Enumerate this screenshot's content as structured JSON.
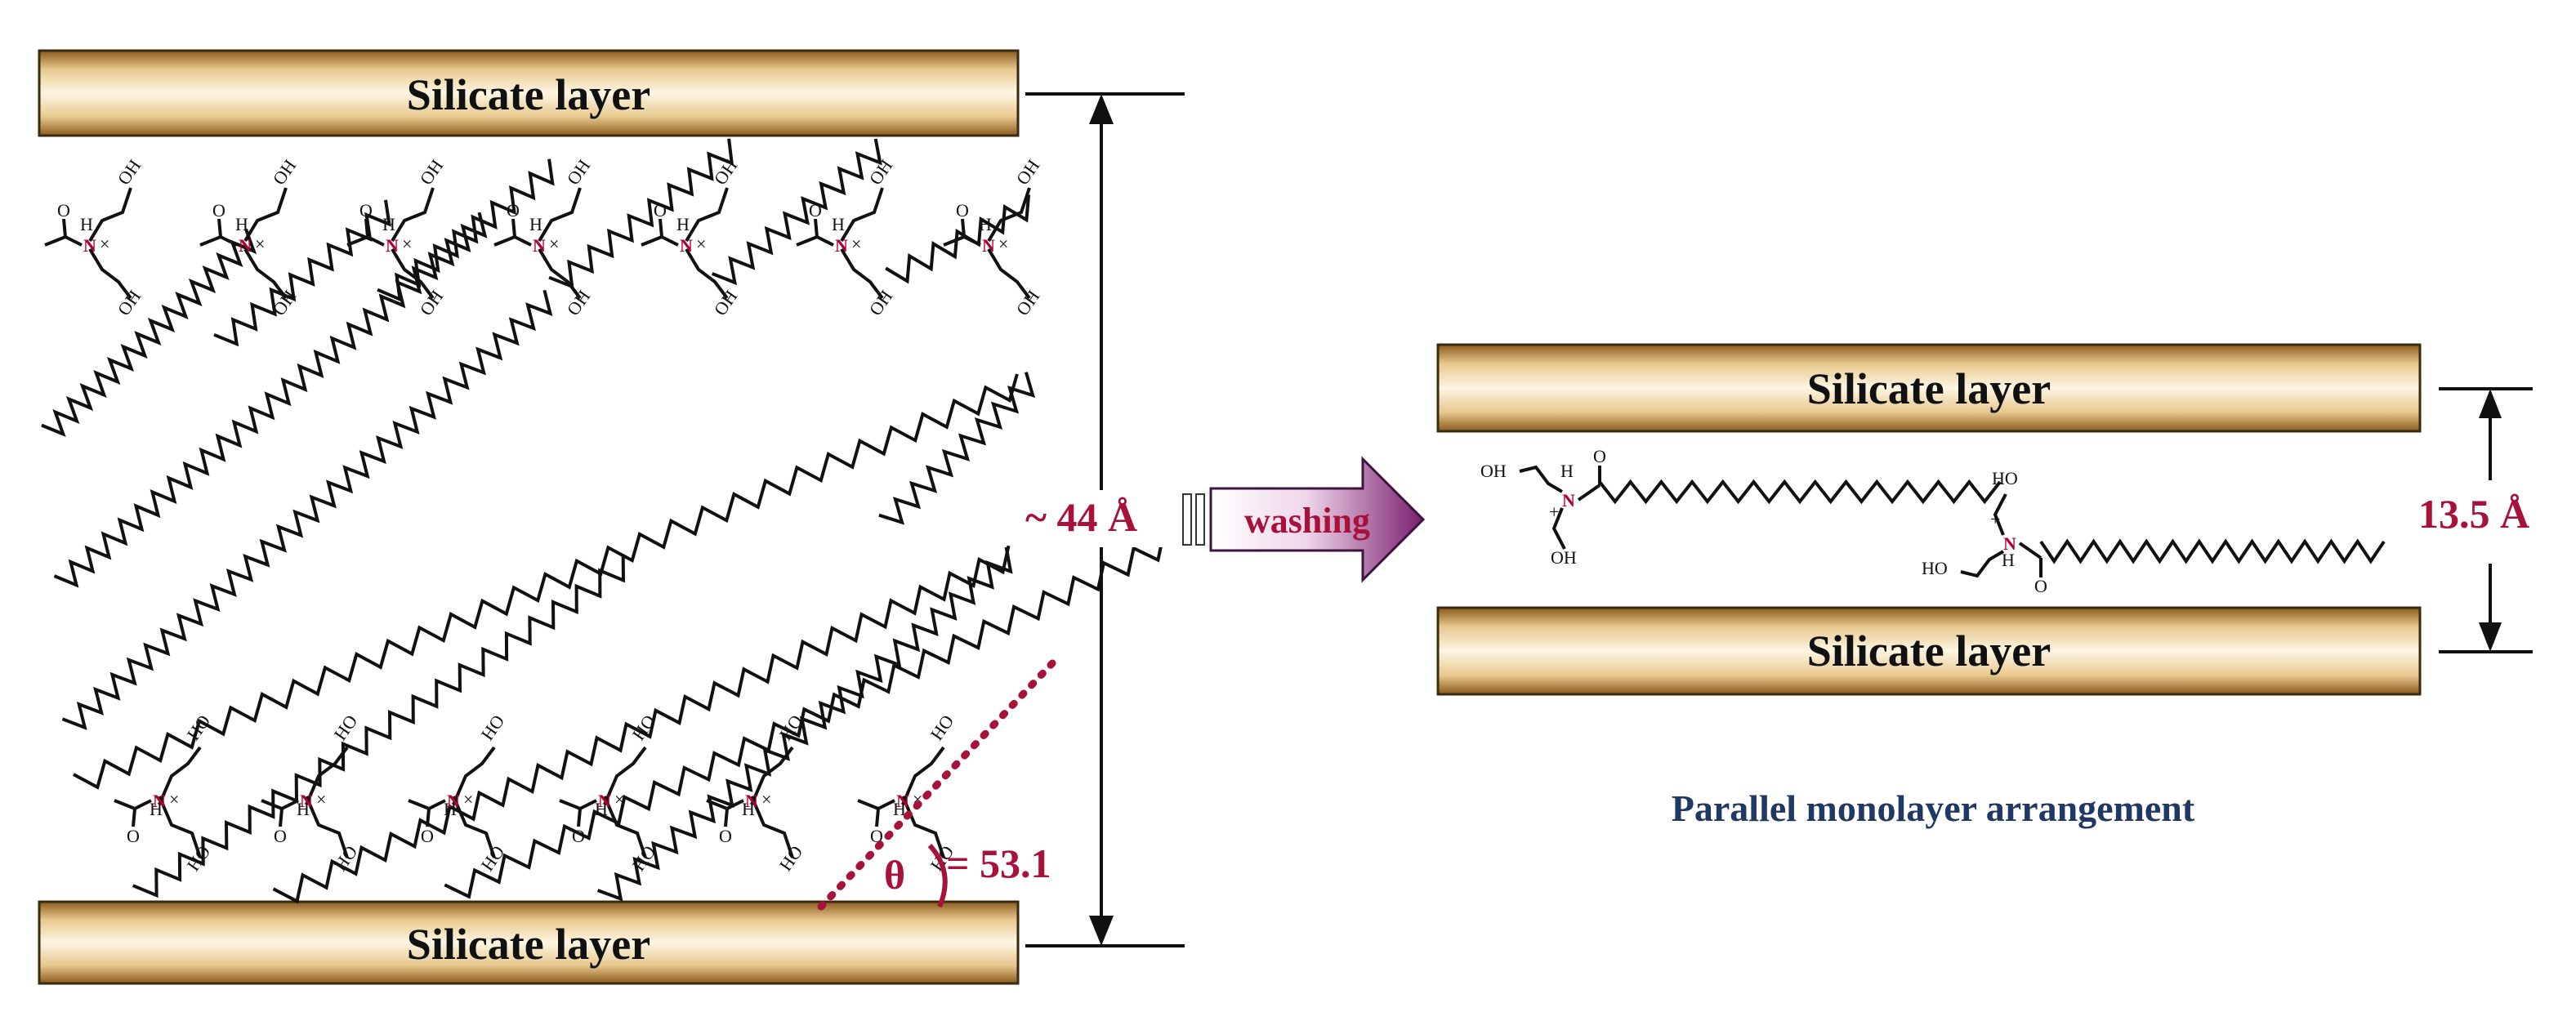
{
  "layer_label": "Silicate layer",
  "before": {
    "spacing_label": "~ 44 Å",
    "angle_symbol": "θ",
    "angle_value": "= 53.1"
  },
  "transition": {
    "label": "washing"
  },
  "after": {
    "spacing_label": "13.5 Å",
    "caption": "Parallel monolayer arrangement"
  },
  "chem": {
    "oh": "OH",
    "ho": "HO",
    "o": "O",
    "h": "H",
    "n": "N",
    "plus": "+",
    "x": "×"
  },
  "colors": {
    "dimension_text": "#a8123a",
    "caption_text": "#1f3864",
    "arrow_gradient_start": "#ffffff",
    "arrow_gradient_end": "#7a1f6e",
    "layer_gradient_mid": "#fdf6e3",
    "layer_gradient_edge": "#a8792a"
  }
}
